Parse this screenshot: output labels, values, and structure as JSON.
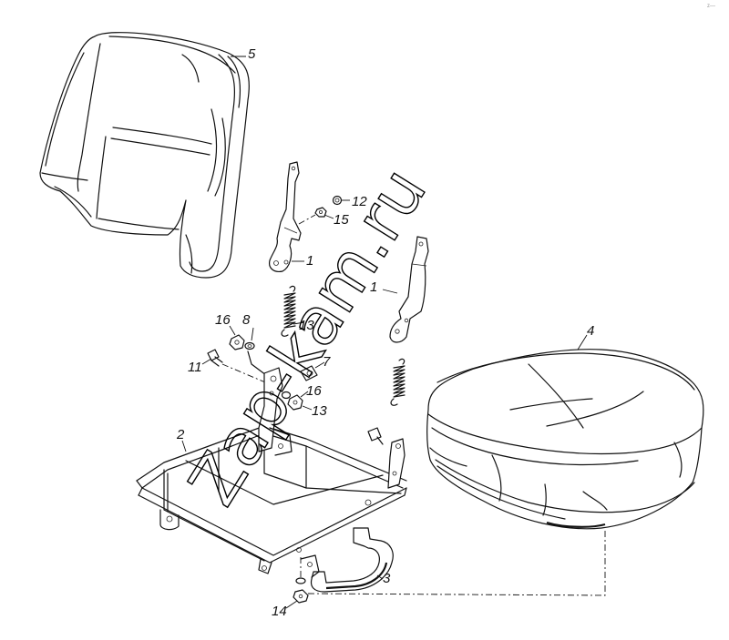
{
  "watermark": "Zap-kam.ru",
  "corner_mark": "z—",
  "callouts": [
    {
      "id": "label-5",
      "text": "5"
    },
    {
      "id": "label-12",
      "text": "12"
    },
    {
      "id": "label-15",
      "text": "15"
    },
    {
      "id": "label-1a",
      "text": "1"
    },
    {
      "id": "label-1b",
      "text": "1"
    },
    {
      "id": "label-4",
      "text": "4"
    },
    {
      "id": "label-13a",
      "text": "13"
    },
    {
      "id": "label-16a",
      "text": "16"
    },
    {
      "id": "label-8",
      "text": "8"
    },
    {
      "id": "label-11",
      "text": "11"
    },
    {
      "id": "label-7",
      "text": "7"
    },
    {
      "id": "label-16b",
      "text": "16"
    },
    {
      "id": "label-13b",
      "text": "13"
    },
    {
      "id": "label-2",
      "text": "2"
    },
    {
      "id": "label-3",
      "text": "3"
    },
    {
      "id": "label-14",
      "text": "14"
    }
  ]
}
